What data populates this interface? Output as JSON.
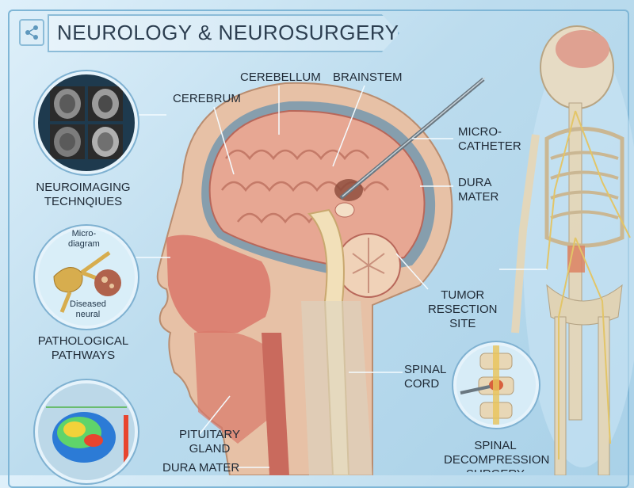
{
  "title": "NEUROLOGY & NEUROSURGERY",
  "labels": {
    "cerebellum": "CEREBELLUM",
    "brainstem": "BRAINSTEM",
    "cerebrum": "CEREBRUM",
    "micro_catheter": [
      "MICRO-",
      "CATHETER"
    ],
    "dura_mater_right": [
      "DURA",
      "MATER"
    ],
    "tumor_resection_site": [
      "TUMOR",
      "RESECTION",
      "SITE"
    ],
    "spinal_cord": [
      "SPINAL",
      "CORD"
    ],
    "pituitary_gland": [
      "PITUITARY",
      "GLAND"
    ],
    "dura_mater_bottom": "DURA MATER",
    "spinal_decompression_surgery": [
      "SPINAL",
      "DECOMPRESSION",
      "SURGERY"
    ]
  },
  "panels": {
    "neuroimaging": [
      "NEUROIMAGING",
      "TECHNQIUES"
    ],
    "pathological": [
      "PATHOLOGICAL",
      "PATHWAYS"
    ],
    "micro_diagram": [
      "Micro-",
      "diagram"
    ],
    "diseased_neural": [
      "Diseased",
      "neural"
    ]
  },
  "colors": {
    "accent": "#7fb6d6",
    "brain": "#e7a793",
    "tissue": "#d9776a",
    "bone": "#e8dcc3",
    "nerve": "#e8c45a"
  }
}
